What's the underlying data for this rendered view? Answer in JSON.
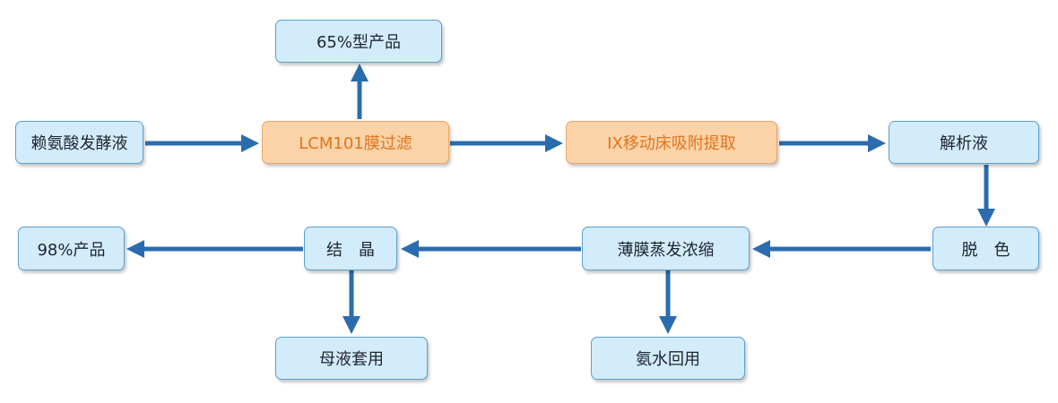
{
  "nodes": {
    "lysine_broth": "赖氨酸发酵液",
    "lcm_filtration": "LCM101膜过滤",
    "product_65": "65%型产品",
    "ix_extraction": "IX移动床吸附提取",
    "eluate": "解析液",
    "decolorize": "脱　色",
    "thin_film_evaporation": "薄膜蒸发浓缩",
    "ammonia_reuse": "氨水回用",
    "crystallization": "结　晶",
    "mother_liquor_reuse": "母液套用",
    "product_98": "98%产品"
  },
  "colors": {
    "blue_fill": "#d3ecfb",
    "blue_border": "#5a9fd0",
    "orange_fill": "#fbd3a8",
    "orange_border": "#f0a35e",
    "orange_text": "#e2741c",
    "arrow": "#2b6cae"
  }
}
